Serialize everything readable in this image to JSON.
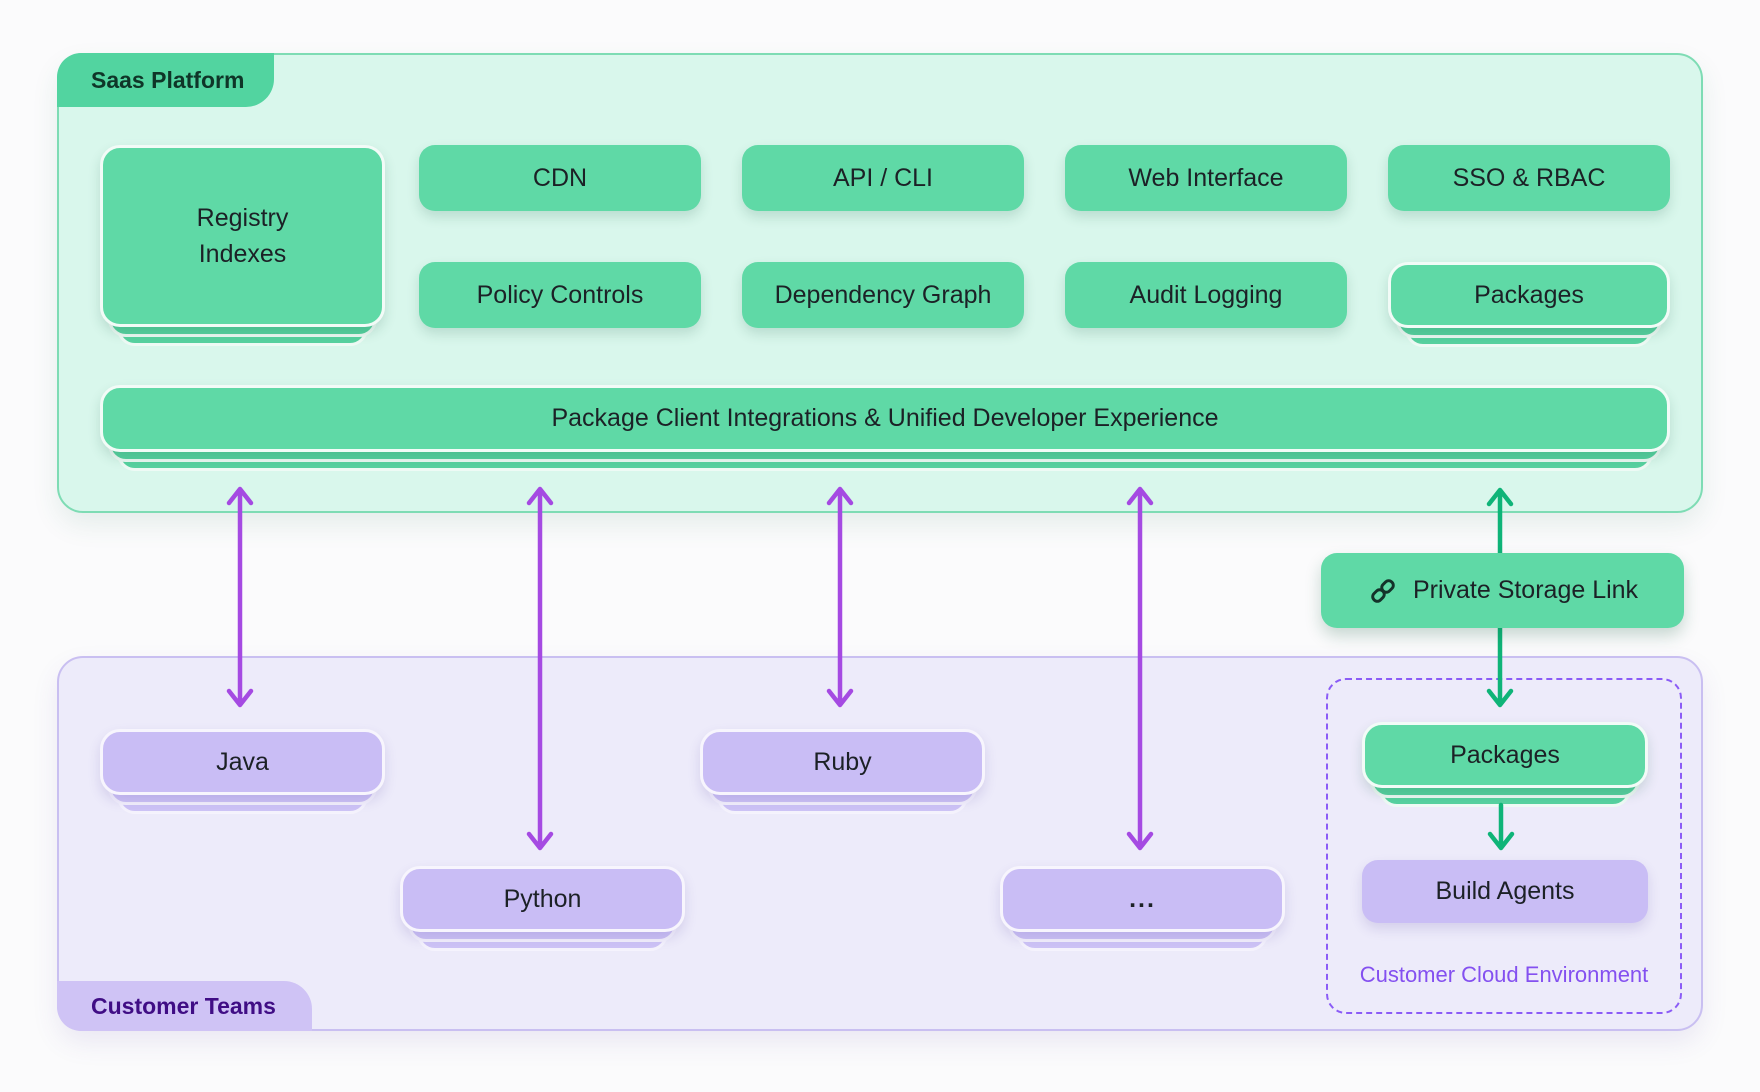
{
  "platform": {
    "tab_label": "Saas Platform",
    "registry_label": "Registry Indexes",
    "row1": [
      "CDN",
      "API / CLI",
      "Web Interface",
      "SSO & RBAC"
    ],
    "row2": [
      "Policy Controls",
      "Dependency Graph",
      "Audit Logging",
      "Packages"
    ],
    "integration_bar": "Package Client Integrations & Unified Developer Experience"
  },
  "psl": {
    "label": "Private Storage Link",
    "icon": "chain-link-icon"
  },
  "customer": {
    "tab_label": "Customer Teams",
    "teams": [
      "Java",
      "Python",
      "Ruby",
      "..."
    ]
  },
  "cloud": {
    "label": "Customer Cloud Environment",
    "packages": "Packages",
    "build_agents": "Build Agents"
  },
  "colors": {
    "green_card": "#5fd9a6",
    "mint_container": "#d9f7ec",
    "green_tab": "#52d4a0",
    "purple_card": "#c9bdf5",
    "lavender_container": "#edebfa",
    "purple_tab": "#cfc3f5",
    "arrow_purple": "#a54ae2",
    "arrow_green": "#0fb478",
    "dashed_border": "#8b5cf6",
    "cloud_label_text": "#8450f0"
  }
}
